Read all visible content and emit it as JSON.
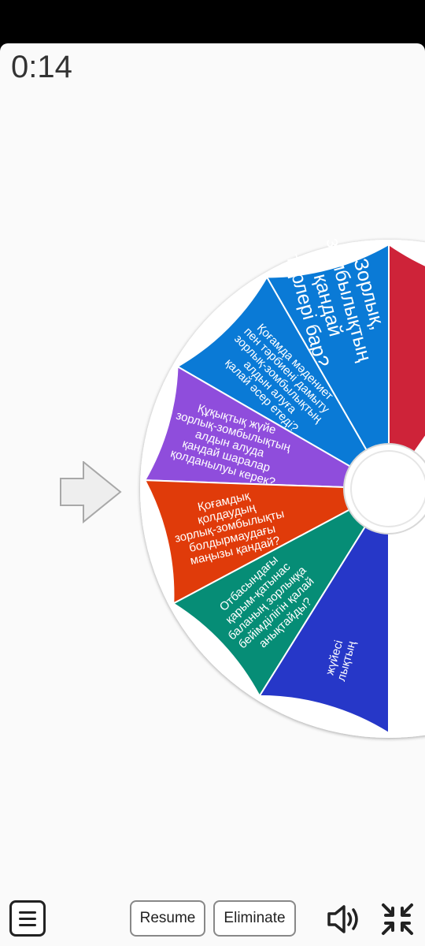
{
  "timer": "0:14",
  "buttons": {
    "resume": "Resume",
    "eliminate": "Eliminate"
  },
  "icons": {
    "menu": "menu-icon",
    "sound": "volume-icon",
    "shrink": "shrink-icon",
    "pointer": "arrow-right-icon"
  },
  "wheel": {
    "segments": [
      {
        "color": "#ce2339",
        "lines": []
      },
      {
        "color": "#0a7ad6",
        "lines": [
          "Зорлық,",
          "зомбылықтың",
          "қандай",
          "түрлері бар?"
        ]
      },
      {
        "color": "#0a7ad6",
        "lines": [
          "Қоғамда мәдениет",
          "пен тәрбиені дамыту",
          "зорлық-зомбылықтың",
          "алдын алуға",
          "қалай әсер етеді?"
        ]
      },
      {
        "color": "#8f4ddc",
        "lines": [
          "Құқықтық жүйе",
          "зорлық-зомбылықтың",
          "алдын алуда",
          "қандай шаралар",
          "қолданылуы керек?"
        ]
      },
      {
        "color": "#e03b0a",
        "lines": [
          "Қоғамдық",
          "қолдаудың",
          "зорлық-зомбылықты",
          "болдырмаудағы",
          "маңызы қандай?"
        ]
      },
      {
        "color": "#068d76",
        "lines": [
          "Отбасындағы",
          "қарым-қатынас",
          "баланың зорлыққа",
          "бейімділігін қалай",
          "анықтайды?"
        ]
      },
      {
        "color": "#2637c8",
        "lines": [
          "жүйесі",
          "лықтың"
        ]
      }
    ]
  }
}
